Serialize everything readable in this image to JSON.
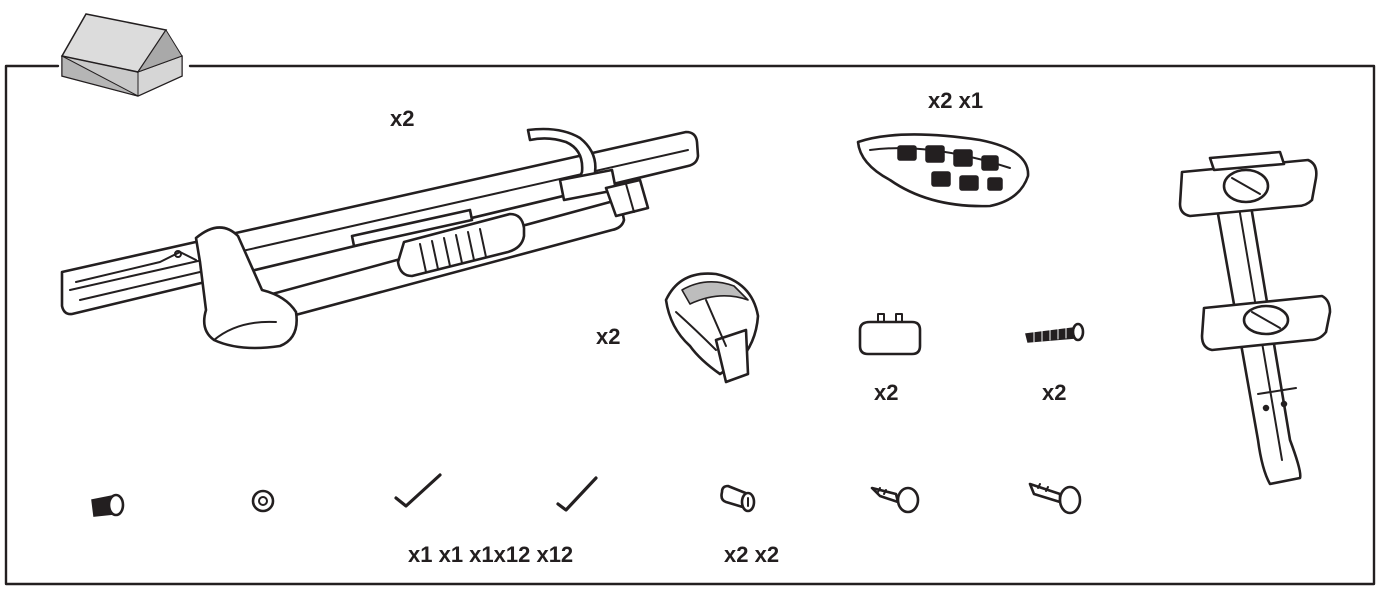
{
  "diagram": {
    "colors": {
      "ink": "#231f20",
      "box_fill": "#c9c9c9",
      "background": "#ffffff"
    },
    "icons": {
      "header": "open-box-icon"
    },
    "quantity_labels": {
      "fork_mount_arm": "x2",
      "wheel_tray_top": "x2 x1",
      "strap_ratchet": "x2",
      "end_cap": "x2",
      "long_bolt": "x2",
      "small_hardware": "x1 x1 x1x12 x12",
      "lock_and_keys": "x2 x2"
    }
  }
}
